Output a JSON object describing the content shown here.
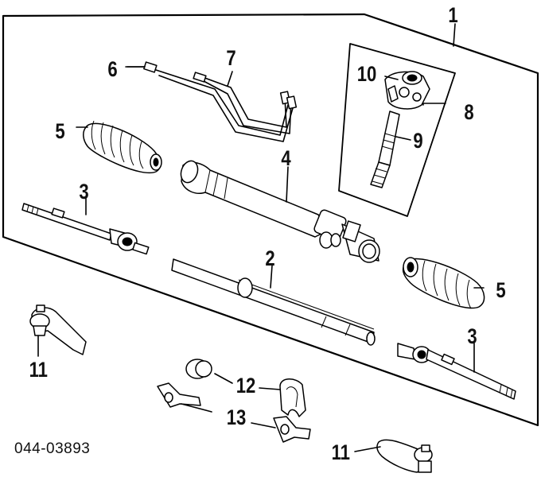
{
  "diagram": {
    "reference_code": "044-03893",
    "callouts": {
      "c1": "1",
      "c2": "2",
      "c3_upper": "3",
      "c3_lower": "3",
      "c4": "4",
      "c5_left": "5",
      "c5_right": "5",
      "c6": "6",
      "c7": "7",
      "c8": "8",
      "c9": "9",
      "c10": "10",
      "c11_left": "11",
      "c11_right": "11",
      "c12": "12",
      "c13": "13"
    }
  }
}
